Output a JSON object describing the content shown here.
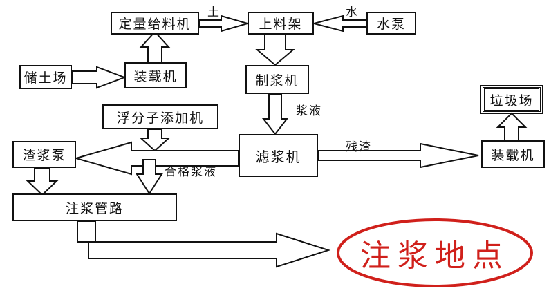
{
  "nodes": {
    "dosing_feeder": "定量给料机",
    "loading_rack": "上料架",
    "water_pump": "水泵",
    "soil_storage": "储土场",
    "loader_left": "装载机",
    "pulping_machine": "制浆机",
    "flotation_additive": "浮分子添加机",
    "slurry_filter": "滤浆机",
    "residue_pump": "渣浆泵",
    "grouting_pipeline": "注浆管路",
    "waste_yard": "垃圾场",
    "loader_right": "装载机",
    "grouting_site": "注浆地点"
  },
  "edge_labels": {
    "soil": "土",
    "water": "水",
    "slurry": "浆液",
    "residue": "残渣",
    "qualified_slurry": "合格浆液"
  },
  "colors": {
    "line": "#111111",
    "target_ellipse": "#d0201b",
    "target_text": "#d0201b"
  }
}
